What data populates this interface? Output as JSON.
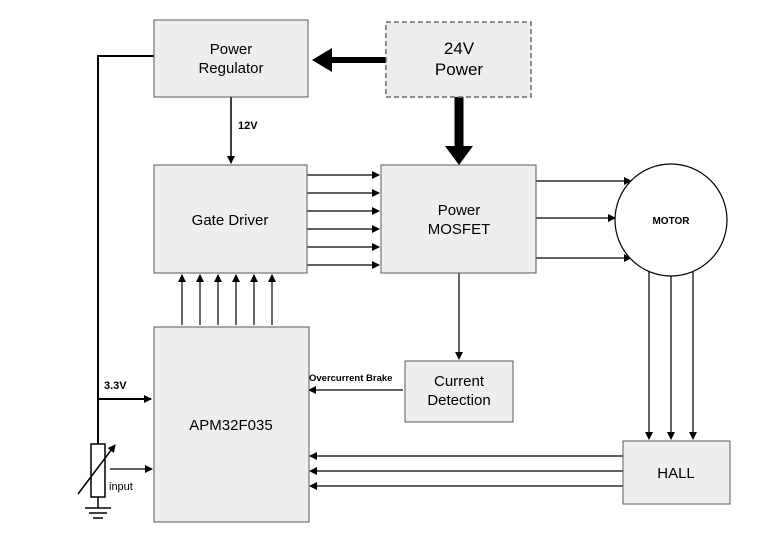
{
  "blocks": {
    "power_regulator": [
      "Power",
      "Regulator"
    ],
    "power_24v": [
      "24V",
      "Power"
    ],
    "gate_driver": "Gate Driver",
    "power_mosfet": [
      "Power",
      "MOSFET"
    ],
    "motor": "MOTOR",
    "apm": "APM32F035",
    "current_detection": [
      "Current",
      "Detection"
    ],
    "hall": "HALL"
  },
  "labels": {
    "v12": "12V",
    "v33": "3.3V",
    "overcurrent": "Overcurrent Brake",
    "input": "input"
  }
}
